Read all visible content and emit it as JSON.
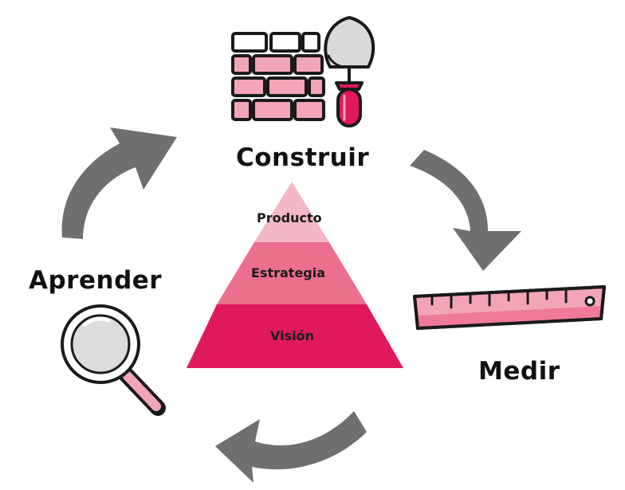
{
  "cycle": {
    "build": "Construir",
    "measure": "Medir",
    "learn": "Aprender"
  },
  "pyramid": {
    "tiers": [
      "Producto",
      "Estrategia",
      "Visión"
    ]
  },
  "colors": {
    "arrow": "#6f6f6f",
    "outline": "#1a1a1a",
    "pink_light": "#f2a5b7",
    "pink_mid": "#ef7b98",
    "tier_top": "#f4b7c6",
    "tier_mid": "#ec6f8e",
    "tier_base": "#e0185c"
  },
  "icons": [
    "brick-wall-icon",
    "trowel-icon",
    "ruler-icon",
    "magnifier-icon"
  ]
}
